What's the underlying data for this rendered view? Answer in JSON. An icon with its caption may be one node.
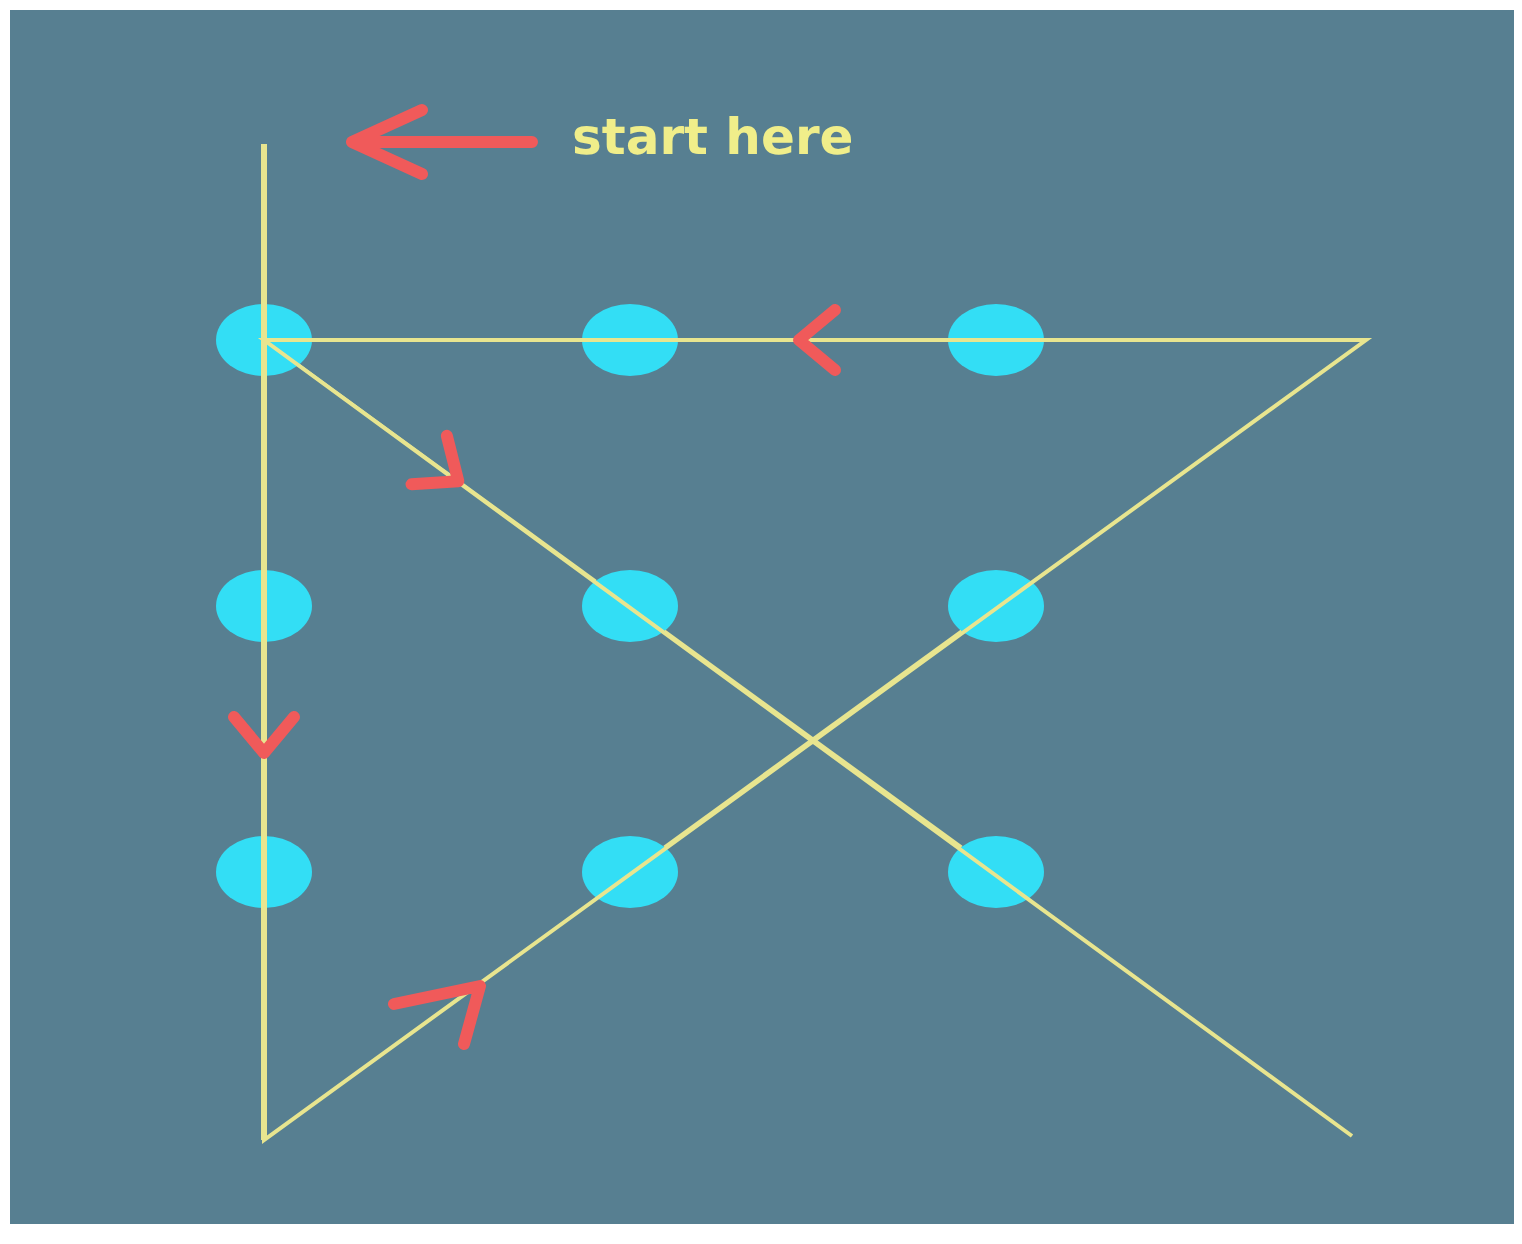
{
  "diagram": {
    "nodes": [
      {
        "text": [],
        "shape": "circle"
      },
      {
        "text": [],
        "shape": "circle"
      },
      {
        "text": [],
        "shape": "circle"
      },
      {
        "text": [],
        "shape": "circle"
      },
      {
        "text": [],
        "shape": "circle"
      },
      {
        "text": [],
        "shape": "circle"
      },
      {
        "text": [],
        "shape": "circle"
      },
      {
        "text": [],
        "shape": "circle"
      },
      {
        "text": [],
        "shape": "circle"
      }
    ],
    "edges": [
      {
        "from": 0,
        "to": 3,
        "arrow": "none"
      },
      {
        "from": 3,
        "to": 6,
        "arrow": "to"
      },
      {
        "from": 7,
        "to": 5,
        "arrow": "none"
      },
      {
        "from": 2,
        "to": 1,
        "arrow": "to"
      },
      {
        "from": 1,
        "to": 0,
        "arrow": "none"
      },
      {
        "from": 0,
        "to": 4,
        "arrow": "to"
      },
      {
        "from": 4,
        "to": 8,
        "arrow": "none"
      }
    ],
    "labels": [
      "start here"
    ]
  }
}
